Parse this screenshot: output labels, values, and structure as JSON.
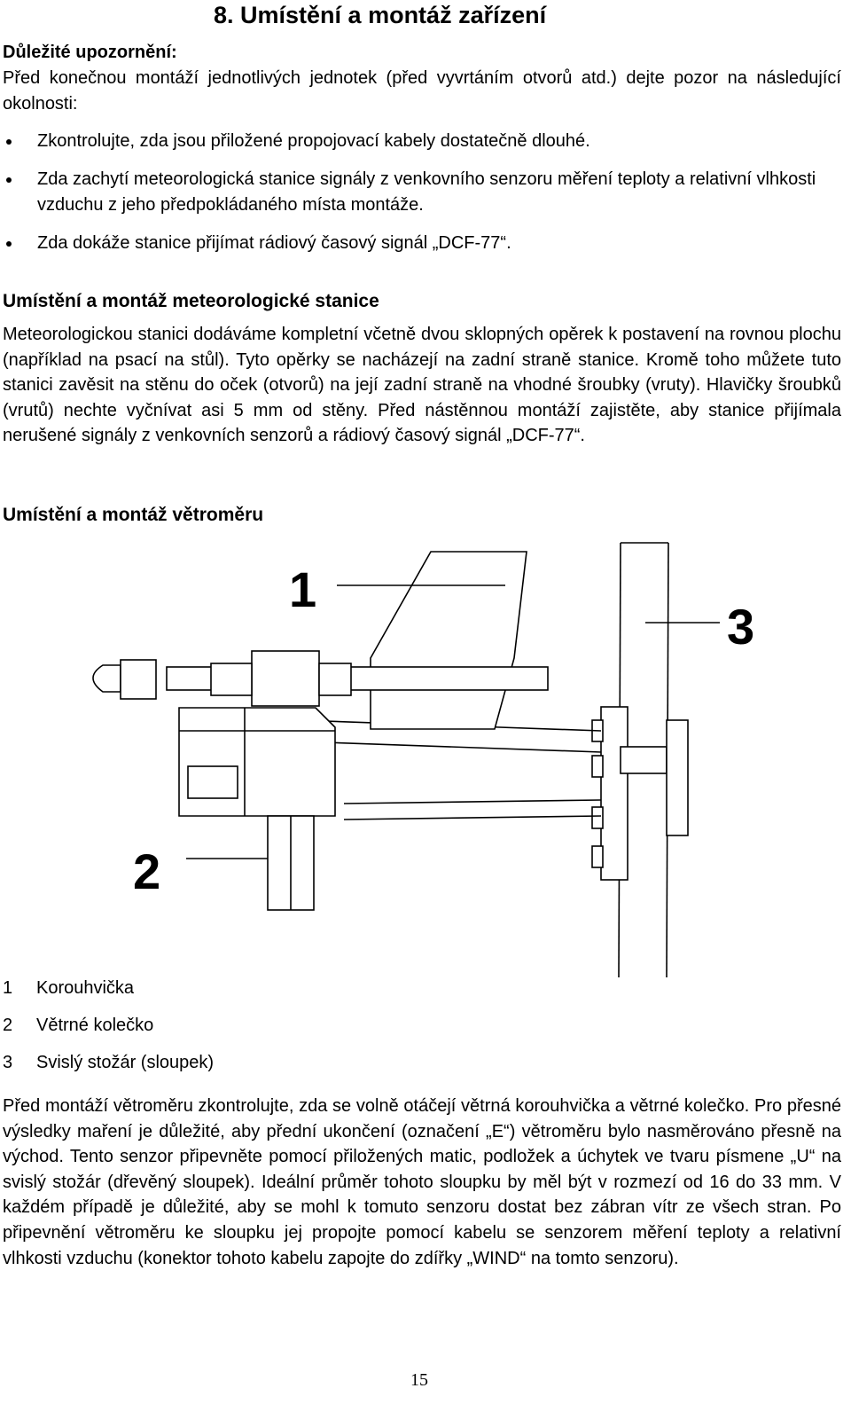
{
  "title": "8. Umístění a montáž zařízení",
  "notice": {
    "heading": "Důležité upozornění:",
    "intro": "Před konečnou montáží jednotlivých jednotek (před vyvrtáním otvorů atd.) dejte pozor na následující okolnosti:",
    "bullets": [
      "Zkontrolujte, zda jsou přiložené propojovací kabely dostatečně dlouhé.",
      "Zda zachytí meteorologická stanice signály z venkovního senzoru měření teploty a relativní vlhkosti vzduchu z jeho předpokládaného místa montáže.",
      "Zda dokáže stanice přijímat rádiový časový signál „DCF-77“."
    ]
  },
  "station_section": {
    "heading": "Umístění a montáž meteorologické stanice",
    "body": "Meteorologickou stanici dodáváme kompletní včetně dvou sklopných opěrek k postavení na rovnou plochu (například na psací na stůl). Tyto opěrky se nacházejí na zadní straně stanice. Kromě toho můžete tuto stanici zavěsit na stěnu do oček (otvorů) na její zadní straně na vhodné šroubky (vruty). Hlavičky šroubků (vrutů) nechte vyčnívat asi 5 mm od stěny. Před nástěnnou montáží zajistěte, aby stanice přijímala nerušené signály z venkovních senzorů a rádiový časový signál „DCF-77“."
  },
  "anemometer_section": {
    "heading": "Umístění a montáž větroměru",
    "figure_labels": [
      "1",
      "2",
      "3"
    ],
    "legend": [
      {
        "num": "1",
        "label": "Korouhvička"
      },
      {
        "num": "2",
        "label": "Větrné kolečko"
      },
      {
        "num": "3",
        "label": "Svislý stožár (sloupek)"
      }
    ],
    "body": "Před montáží větroměru zkontrolujte, zda se volně otáčejí větrná korouhvička a větrné kolečko. Pro přesné výsledky maření je důležité, aby přední ukončení (označení „E“) větroměru bylo nasměrováno přesně na východ. Tento senzor připevněte pomocí přiložených matic, podložek a úchytek ve tvaru písmene „U“ na svislý stožár (dřevěný sloupek). Ideální průměr tohoto sloupku by měl být v rozmezí od 16 do 33 mm. V každém případě je důležité, aby se mohl k tomuto senzoru dostat bez zábran vítr ze všech stran. Po připevnění větroměru ke sloupku jej propojte pomocí kabelu se senzorem měření teploty a relativní vlhkosti vzduchu (konektor tohoto kabelu zapojte do zdířky „WIND“ na tomto senzoru)."
  },
  "page_number": "15"
}
